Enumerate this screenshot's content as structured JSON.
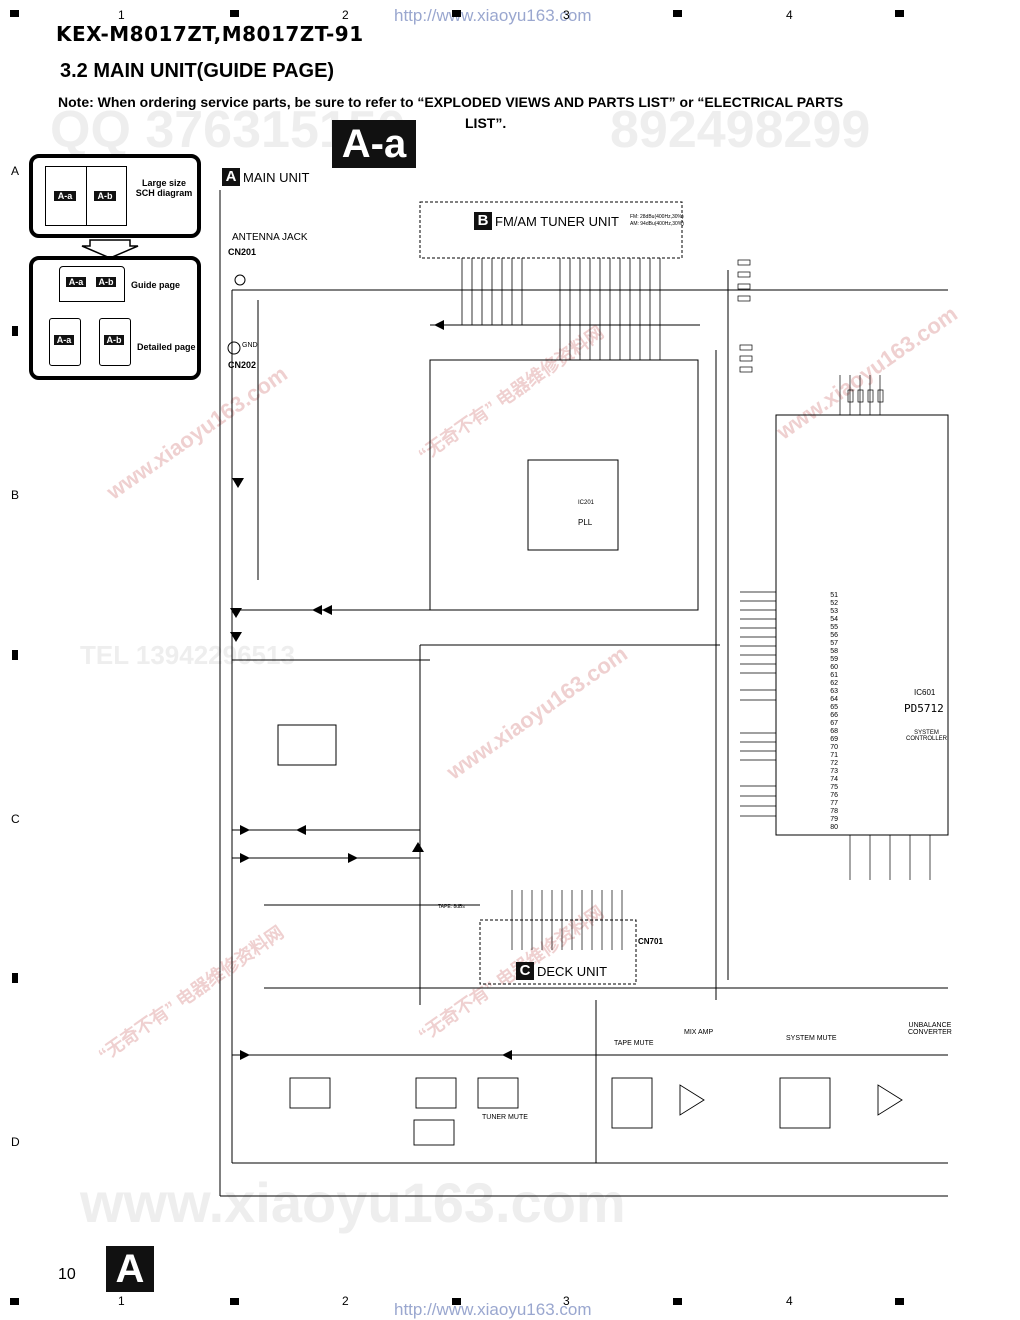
{
  "header": {
    "model": "KEX-M8017ZT,M8017ZT-91",
    "section_title": "3.2 MAIN UNIT(GUIDE PAGE)",
    "note_line1": "Note: When ordering service parts, be sure to refer to “EXPLODED VIEWS AND PARTS LIST” or “ELECTRICAL PARTS",
    "note_line2": "LIST”."
  },
  "watermarks": {
    "url": "http://www.xiaoyu163.com",
    "qq": "QQ 376315150",
    "qq_num2": "892498299",
    "site": "www.xiaoyu163.com",
    "tel": "TEL 13942296513",
    "cn": "“无奇不有” 电器维修资料网",
    "bottom": "www.xiaoyu163.com"
  },
  "grid": {
    "columns": [
      "1",
      "2",
      "3",
      "4"
    ],
    "rows": [
      "A",
      "B",
      "C",
      "D"
    ]
  },
  "badge": "A-a",
  "guide": {
    "large_label": "Large size\nSCH diagram",
    "guide_label": "Guide page",
    "detail_label": "Detailed page",
    "tag_a": "A-a",
    "tag_b": "A-b"
  },
  "units": {
    "main": {
      "letter": "A",
      "label": "MAIN UNIT"
    },
    "tuner": {
      "letter": "B",
      "label": "FM/AM TUNER UNIT",
      "spec1": "FM: 28dBu(400Hz,30%)",
      "spec2": "AM: 94dBu(400Hz,30%)"
    },
    "deck": {
      "letter": "C",
      "label": "DECK UNIT"
    }
  },
  "schematic_labels": {
    "antenna_jack": "ANTENNA JACK",
    "cn201": "CN201",
    "cn202": "CN202",
    "gnd": "GND",
    "pll": "PLL",
    "ic201": "IC201",
    "ic601": "IC601",
    "pd5712": "PD5712",
    "system_controller": "SYSTEM\nCONTROLLER",
    "tape_mute": "TAPE MUTE",
    "mix_amp": "MIX AMP",
    "system_mute": "SYSTEM MUTE",
    "tuner_mute": "TUNER MUTE",
    "unbalance_converter": "UNBALANCE\nCONVERTER",
    "cn701": "CN701",
    "tape_b": "TAPE: 8dBs"
  },
  "ic601_pins": [
    "51",
    "52",
    "53",
    "54",
    "55",
    "56",
    "57",
    "58",
    "59",
    "60",
    "61",
    "62",
    "63",
    "64",
    "65",
    "66",
    "67",
    "68",
    "69",
    "70",
    "71",
    "72",
    "73",
    "74",
    "75",
    "76",
    "77",
    "78",
    "79",
    "80"
  ],
  "footer": {
    "page_number": "10",
    "unit_letter": "A"
  },
  "colors": {
    "ink": "#000000",
    "watermark": "#e3e3e3",
    "url": "#9aa7cf"
  }
}
